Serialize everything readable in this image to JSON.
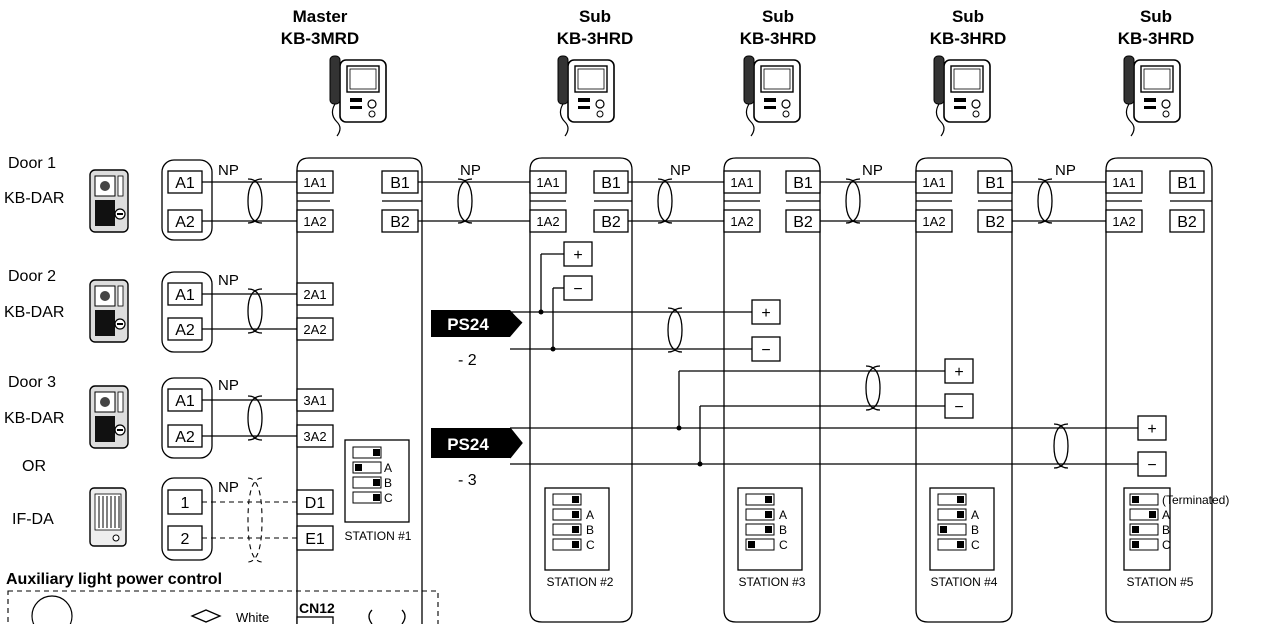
{
  "stations": {
    "master": {
      "role": "Master",
      "model": "KB-3MRD",
      "label": "STATION #1"
    },
    "sub2": {
      "role": "Sub",
      "model": "KB-3HRD",
      "label": "STATION #2"
    },
    "sub3": {
      "role": "Sub",
      "model": "KB-3HRD",
      "label": "STATION #3"
    },
    "sub4": {
      "role": "Sub",
      "model": "KB-3HRD",
      "label": "STATION #4"
    },
    "sub5": {
      "role": "Sub",
      "model": "KB-3HRD",
      "label": "STATION #5",
      "note": "(Terminated)"
    }
  },
  "doors": {
    "door1": {
      "name": "Door 1",
      "model": "KB-DAR"
    },
    "door2": {
      "name": "Door 2",
      "model": "KB-DAR"
    },
    "door3": {
      "name": "Door 3",
      "model": "KB-DAR"
    },
    "or": "OR",
    "ifda": {
      "model": "IF-DA"
    }
  },
  "terminals": {
    "a1": "A1",
    "a2": "A2",
    "t1": "1",
    "t2": "2",
    "m1a1": "1A1",
    "m1a2": "1A2",
    "m2a1": "2A1",
    "m2a2": "2A2",
    "m3a1": "3A1",
    "m3a2": "3A2",
    "d1": "D1",
    "e1": "E1",
    "b1": "B1",
    "b2": "B2",
    "plus": "+",
    "minus": "−",
    "cn12": "CN12"
  },
  "wire": {
    "np": "NP",
    "white": "White"
  },
  "switch": {
    "a": "A",
    "b": "B",
    "c": "C"
  },
  "power": {
    "ps2": {
      "name": "PS24",
      "suffix": "- 2"
    },
    "ps3": {
      "name": "PS24",
      "suffix": "- 3"
    }
  },
  "auxiliary": {
    "title": "Auxiliary light power control"
  }
}
